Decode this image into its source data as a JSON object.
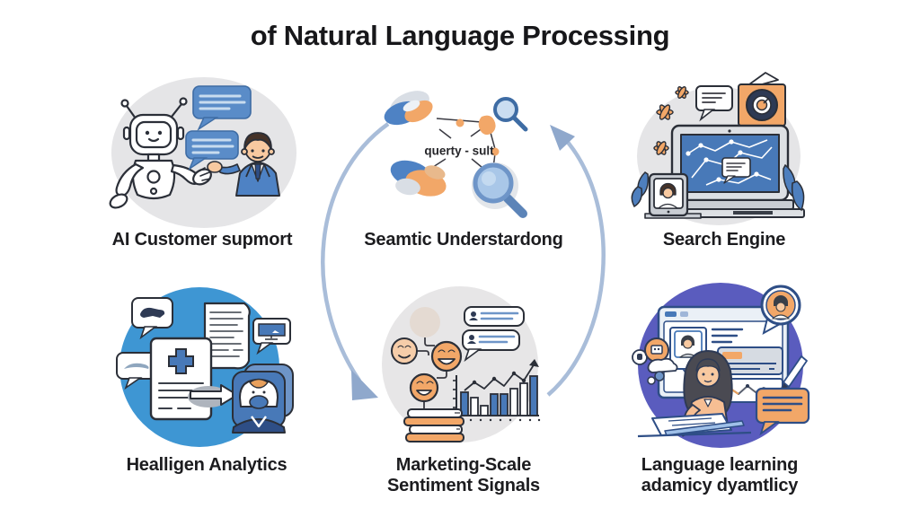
{
  "title": "of Natural Language Processing",
  "cells": {
    "customer_support": {
      "label": "AI Customer supmort"
    },
    "semantic_understanding": {
      "label": "Seamtic Understardong",
      "node_label": "querty - sult"
    },
    "search_engine": {
      "label": "Search Engine"
    },
    "healthcare_analytics": {
      "label": "Healligen Analytics"
    },
    "marketing_sentiment": {
      "label_line1": "Marketing-Scale",
      "label_line2": "Sentiment Signals"
    },
    "language_learning": {
      "label_line1": "Language learning",
      "label_line2": "adamicy dyamtlicy"
    }
  },
  "colors": {
    "background": "#FFFFFF",
    "title_text": "#17171A",
    "caption_text": "#1C1C1F",
    "circle_gray": "#E5E5E7",
    "circle_blue": "#3E96D3",
    "circle_purple": "#5A5CBE",
    "bubble_blue": "#5A8CC8",
    "accent_blue": "#4879B8",
    "accent_orange": "#F2A768",
    "skin_tone": "#F8C9A0",
    "outline": "#2B2F38",
    "cycle_arrow": "#A9BDD9"
  }
}
